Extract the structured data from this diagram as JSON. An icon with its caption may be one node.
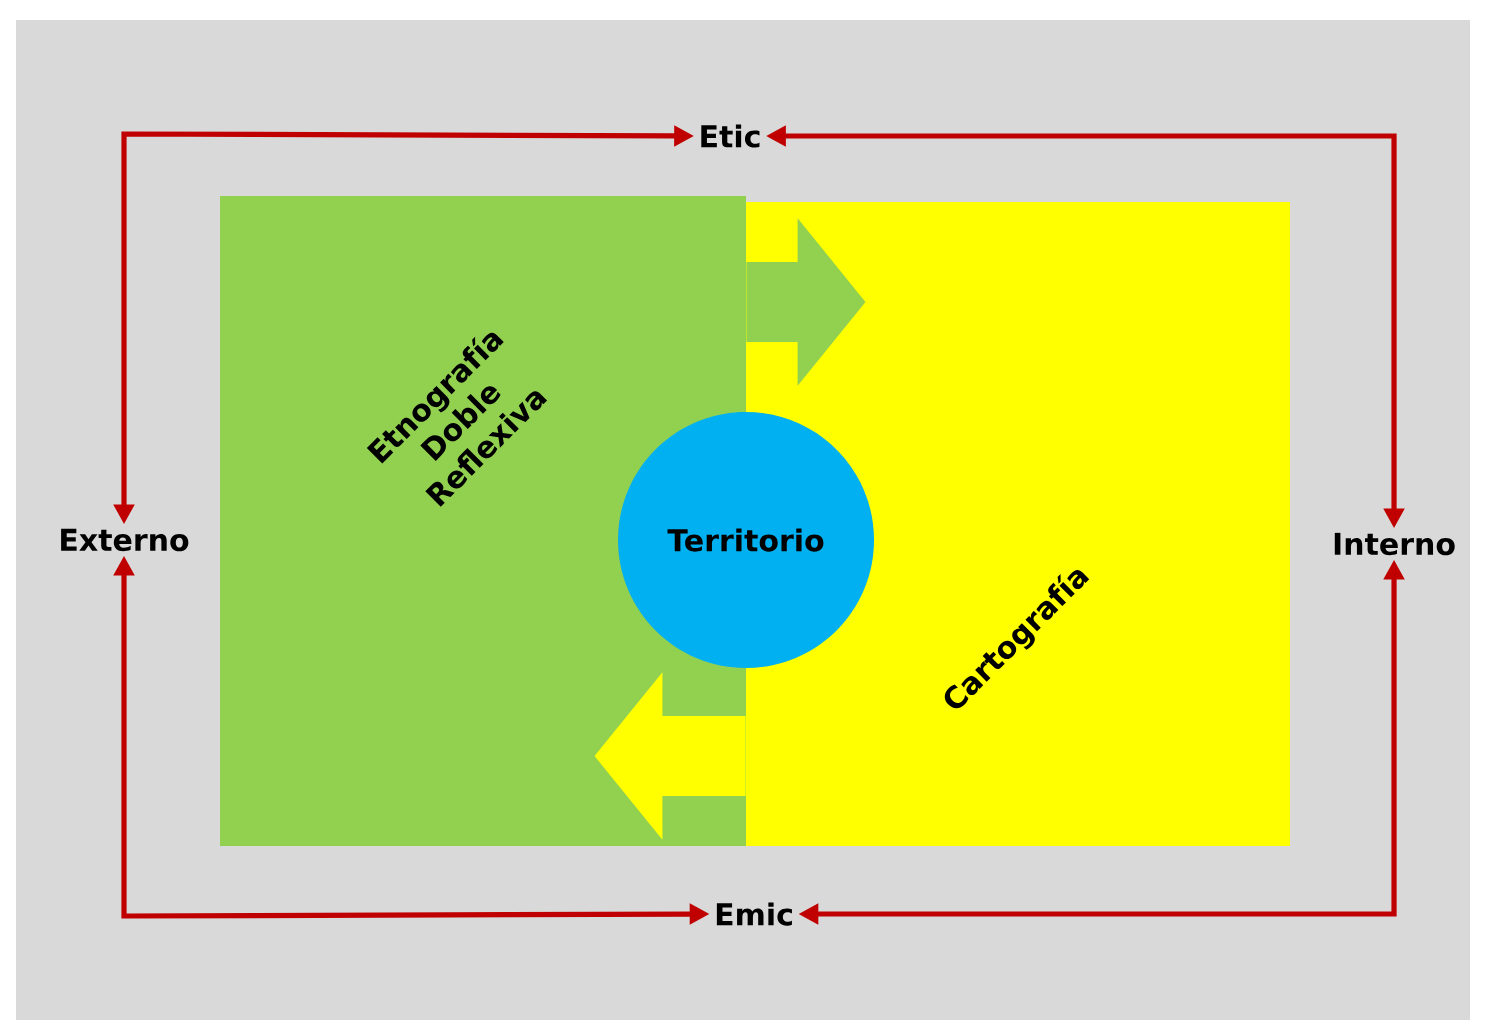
{
  "diagram": {
    "nodes": [
      {
        "text": [
          "Etic"
        ]
      },
      {
        "text": [
          "Externo"
        ]
      },
      {
        "text": [
          "Interno"
        ]
      },
      {
        "text": [
          "Emic"
        ]
      },
      {
        "text": [
          "Etnografía Doble Reflexiva"
        ]
      },
      {
        "text": [
          "Cartografía"
        ]
      },
      {
        "text": [
          "Territorio"
        ]
      }
    ],
    "edges": [
      {
        "from": 1,
        "to": 0,
        "arrow": "both"
      },
      {
        "from": 0,
        "to": 2,
        "arrow": "both"
      },
      {
        "from": 1,
        "to": 3,
        "arrow": "both"
      },
      {
        "from": 3,
        "to": 2,
        "arrow": "both"
      },
      {
        "from": 4,
        "to": 5,
        "arrow": "to",
        "style": "thick",
        "color": "#92d050"
      },
      {
        "from": 5,
        "to": 4,
        "arrow": "to",
        "style": "thick",
        "color": "#ffff00"
      }
    ]
  }
}
